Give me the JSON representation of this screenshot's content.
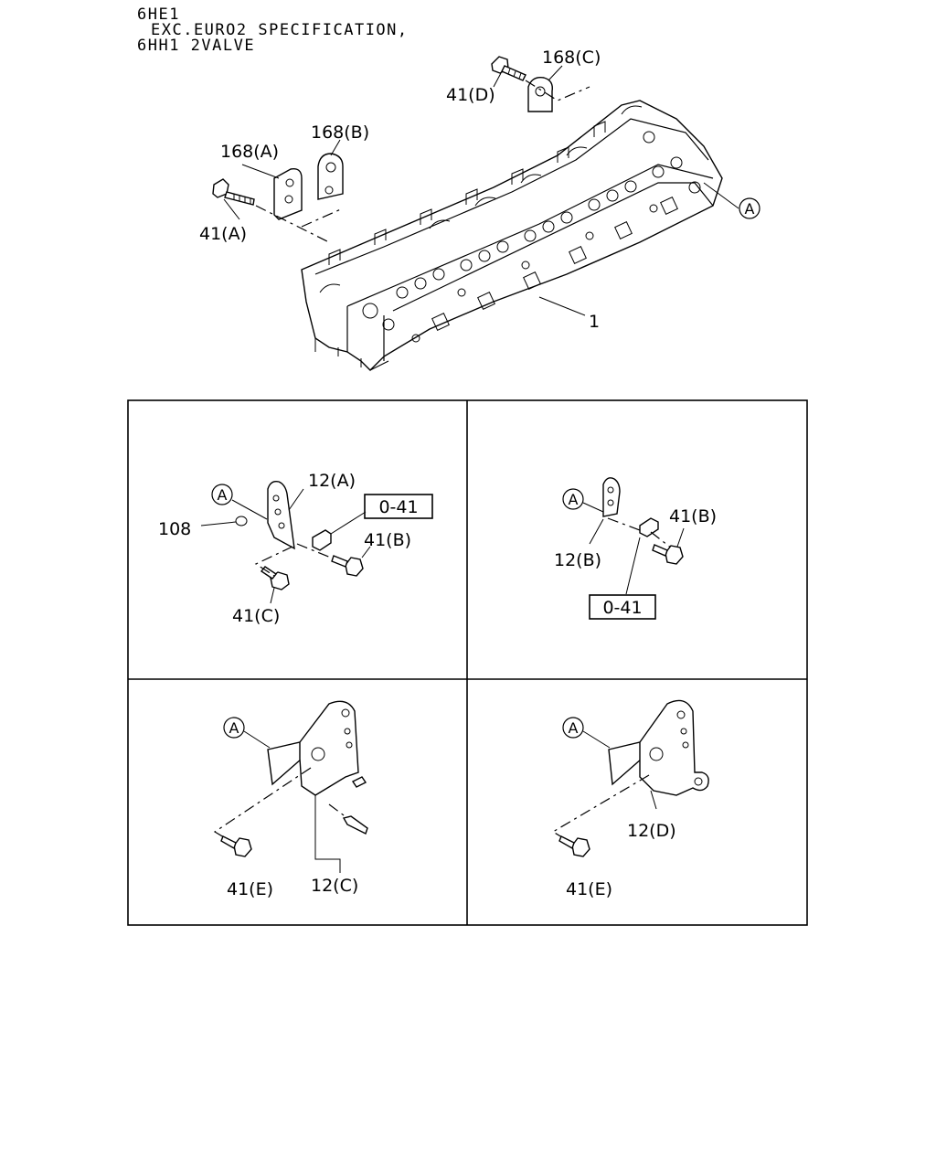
{
  "header": {
    "line1": "6HE1",
    "line2": "EXC.EURO2 SPECIFICATION,",
    "line3": "6HH1 2VALVE"
  },
  "top": {
    "label_1": "1",
    "label_168a": "168(A)",
    "label_168b": "168(B)",
    "label_168c": "168(C)",
    "label_41a": "41(A)",
    "label_41d": "41(D)",
    "ref_a": "A"
  },
  "panel1": {
    "ref_a": "A",
    "label_108": "108",
    "label_12a": "12(A)",
    "ref_box": "0-41",
    "label_41b": "41(B)",
    "label_41c": "41(C)"
  },
  "panel2": {
    "ref_a": "A",
    "label_12b": "12(B)",
    "label_41b": "41(B)",
    "ref_box": "0-41"
  },
  "panel3": {
    "ref_a": "A",
    "label_41e": "41(E)",
    "label_12c": "12(C)"
  },
  "panel4": {
    "ref_a": "A",
    "label_12d": "12(D)",
    "label_41e": "41(E)"
  }
}
